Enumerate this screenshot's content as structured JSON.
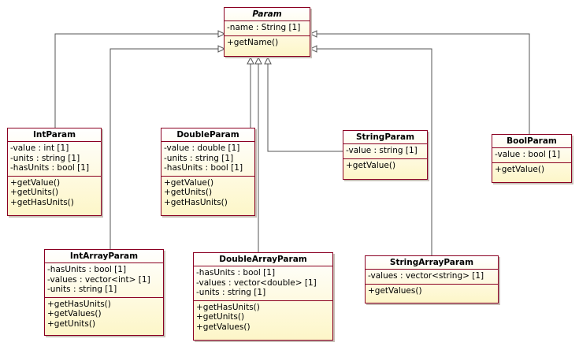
{
  "colors": {
    "border": "#8b0022",
    "fill_top": "#ffffff",
    "fill_bottom": "#fdf6c8",
    "line": "#555555"
  },
  "classes": {
    "param": {
      "name": "Param",
      "abstract": true,
      "attributes": [
        "-name : String [1]"
      ],
      "operations": [
        "+getName()"
      ]
    },
    "int_param": {
      "name": "IntParam",
      "attributes": [
        "-value : int [1]",
        "-units : string [1]",
        "-hasUnits : bool [1]"
      ],
      "operations": [
        "+getValue()",
        "+getUnits()",
        "+getHasUnits()"
      ]
    },
    "double_param": {
      "name": "DoubleParam",
      "attributes": [
        "-value : double [1]",
        "-units : string [1]",
        "-hasUnits : bool [1]"
      ],
      "operations": [
        "+getValue()",
        "+getUnits()",
        "+getHasUnits()"
      ]
    },
    "string_param": {
      "name": "StringParam",
      "attributes": [
        "-value : string [1]"
      ],
      "operations": [
        "+getValue()"
      ]
    },
    "bool_param": {
      "name": "BoolParam",
      "attributes": [
        "-value : bool [1]"
      ],
      "operations": [
        "+getValue()"
      ]
    },
    "int_array_param": {
      "name": "IntArrayParam",
      "attributes": [
        "-hasUnits : bool [1]",
        "-values : vector<int> [1]",
        "-units : string [1]"
      ],
      "operations": [
        "+getHasUnits()",
        "+getValues()",
        "+getUnits()"
      ]
    },
    "double_array_param": {
      "name": "DoubleArrayParam",
      "attributes": [
        "-hasUnits : bool [1]",
        "-values : vector<double> [1]",
        "-units : string [1]"
      ],
      "operations": [
        "+getHasUnits()",
        "+getUnits()",
        "+getValues()"
      ]
    },
    "string_array_param": {
      "name": "StringArrayParam",
      "attributes": [
        "-values : vector<string> [1]"
      ],
      "operations": [
        "+getValues()"
      ]
    }
  },
  "generalizations": [
    {
      "from": "int_param",
      "to": "param"
    },
    {
      "from": "int_array_param",
      "to": "param"
    },
    {
      "from": "double_param",
      "to": "param"
    },
    {
      "from": "double_array_param",
      "to": "param"
    },
    {
      "from": "string_param",
      "to": "param"
    },
    {
      "from": "string_array_param",
      "to": "param"
    },
    {
      "from": "bool_param",
      "to": "param"
    }
  ]
}
